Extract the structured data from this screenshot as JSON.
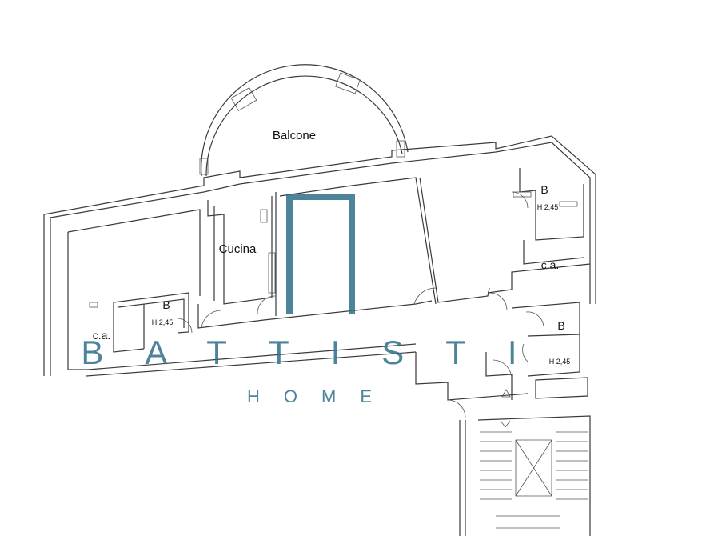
{
  "rooms": {
    "balcony": "Balcone",
    "kitchen": "Cucina",
    "bath_left": "B",
    "bath_left_height": "H 2,45",
    "storage_left": "c.a.",
    "bath_right_top": "B",
    "bath_right_top_height": "H 2,45",
    "storage_right": "c.a.",
    "bath_right_bottom": "B",
    "bath_right_bottom_height": "H 2,45"
  },
  "watermark": {
    "brand": "BATTISTI",
    "sub": "HOME",
    "color": "#2f6f88"
  }
}
